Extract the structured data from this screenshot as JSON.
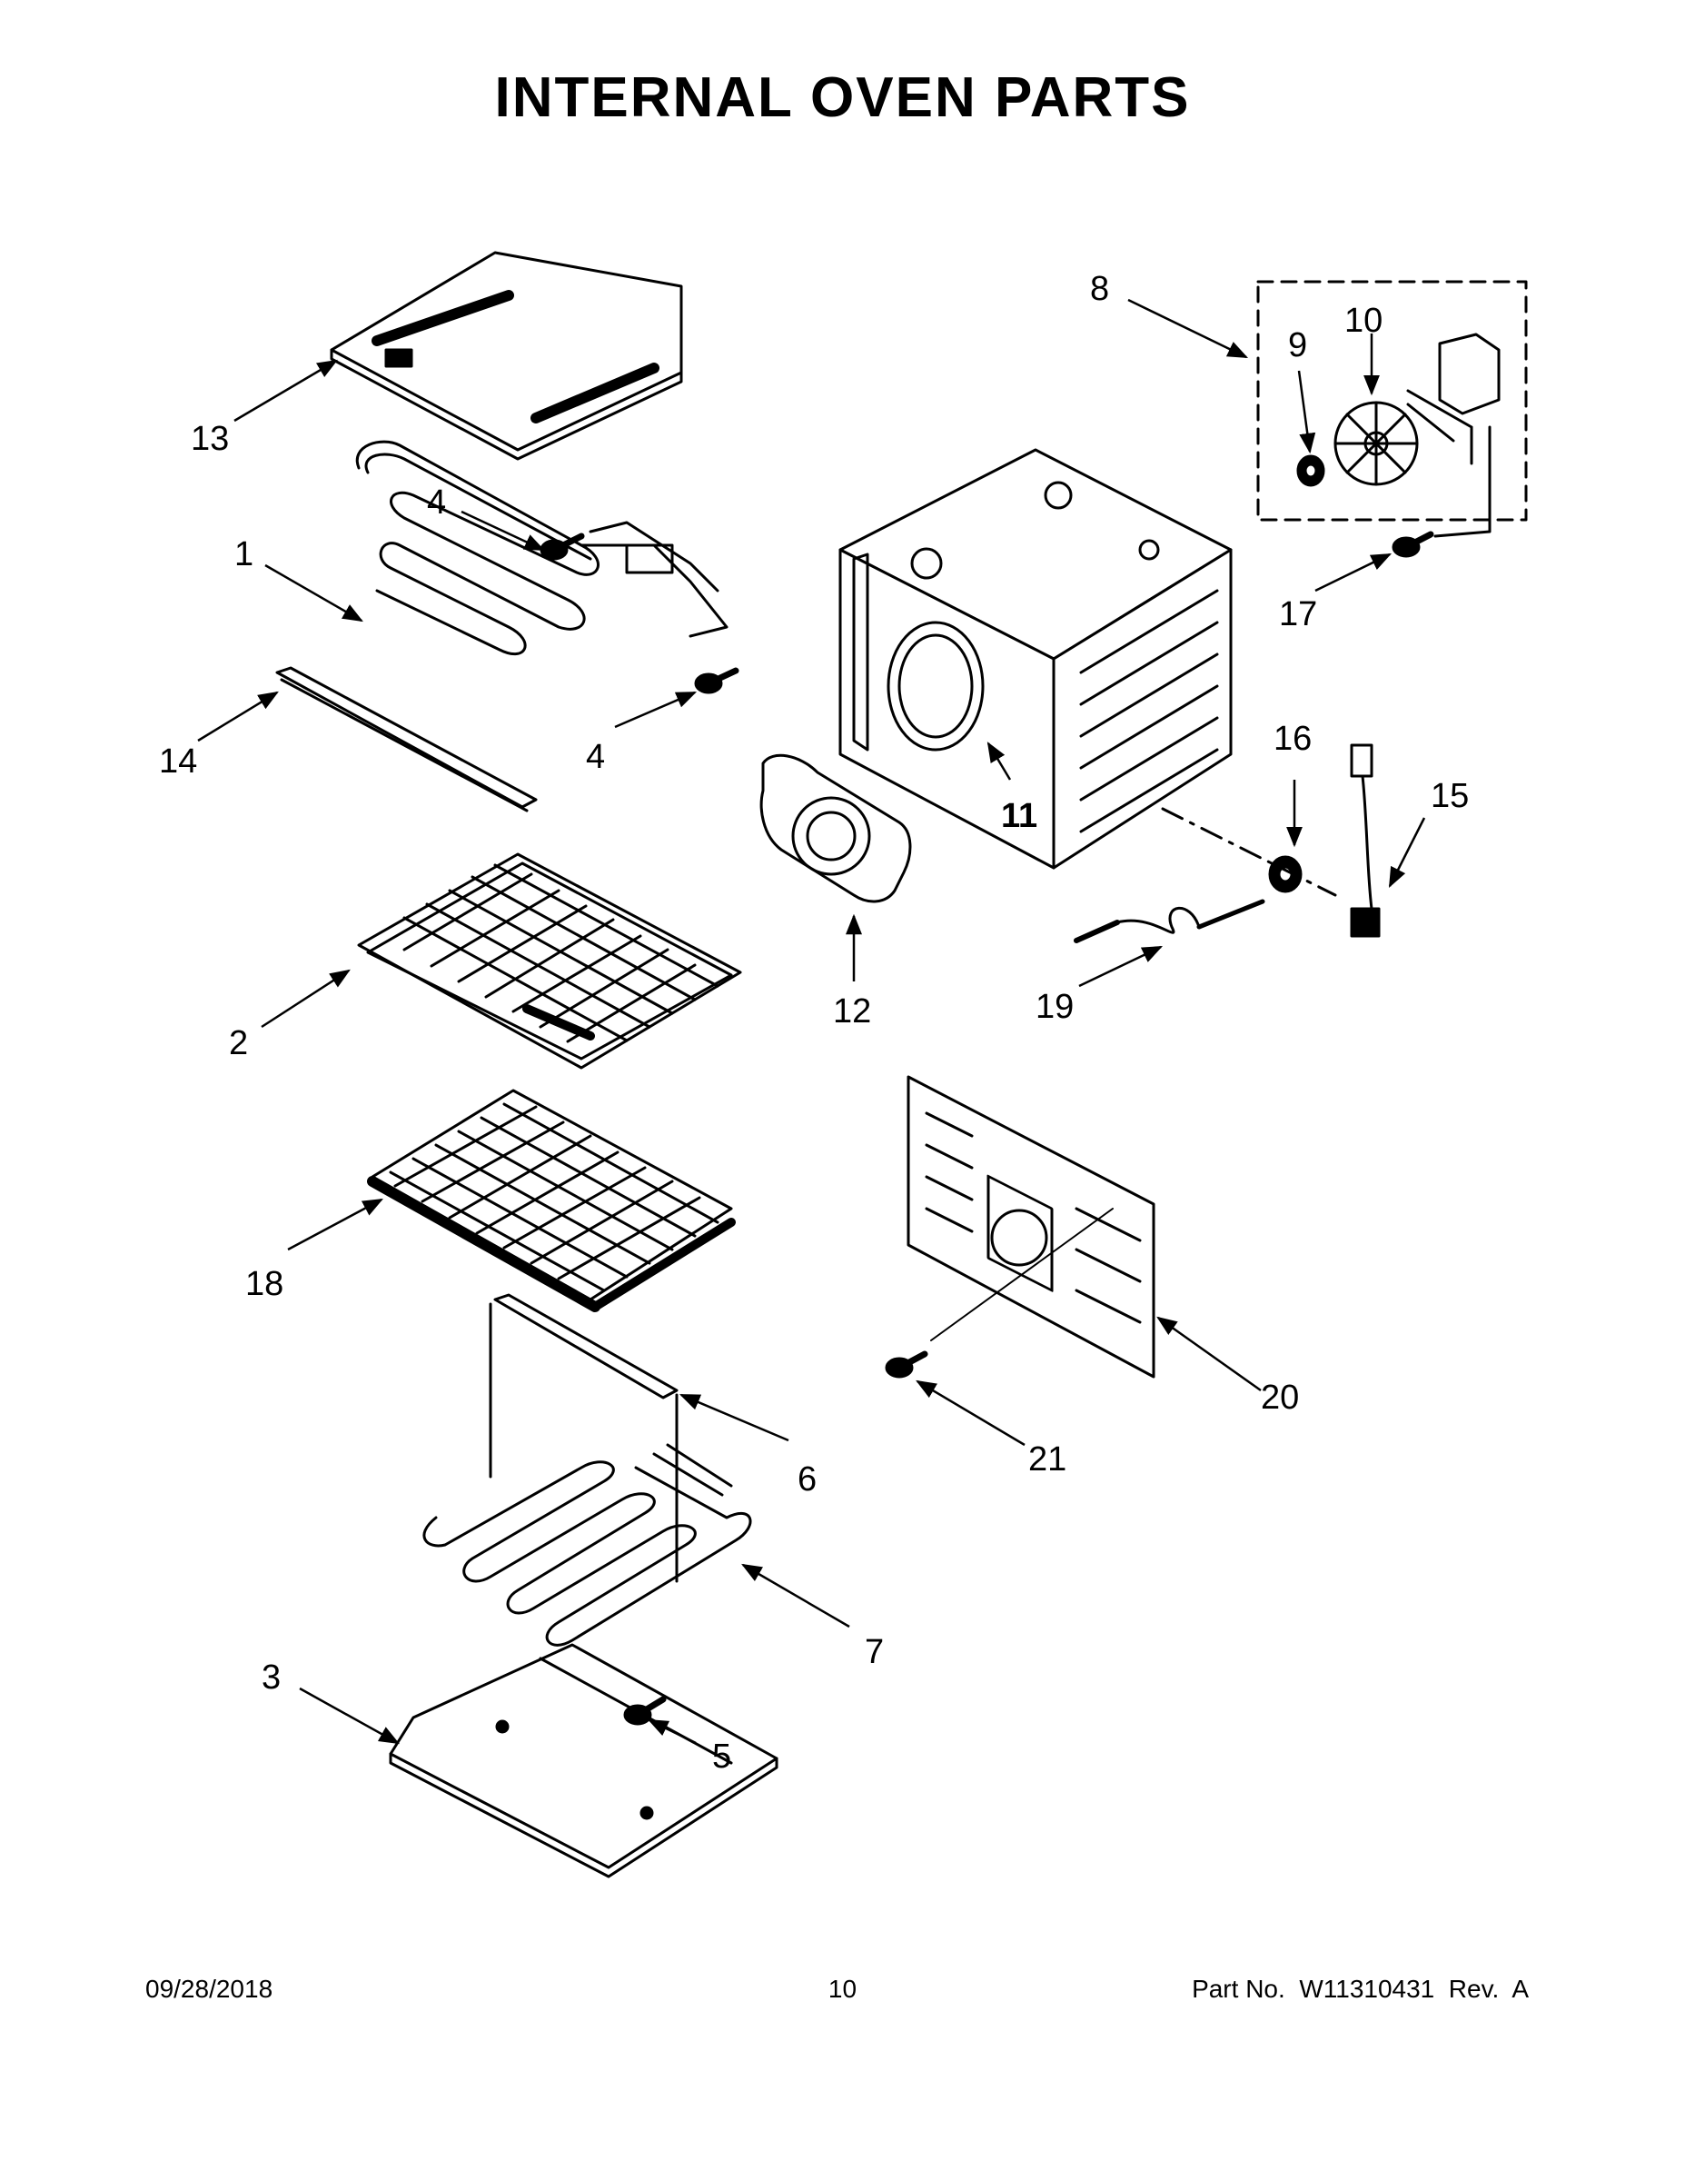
{
  "title": "INTERNAL OVEN PARTS",
  "callouts": {
    "c1": "1",
    "c2": "2",
    "c3": "3",
    "c4a": "4",
    "c4b": "4",
    "c5": "5",
    "c6": "6",
    "c7": "7",
    "c8": "8",
    "c9": "9",
    "c10": "10",
    "c11": "11",
    "c12": "12",
    "c13": "13",
    "c14": "14",
    "c15": "15",
    "c16": "16",
    "c17": "17",
    "c18": "18",
    "c19": "19",
    "c20": "20",
    "c21": "21"
  },
  "footer": {
    "date": "09/28/2018",
    "page": "10",
    "part": "Part No.  W11310431  Rev.  A"
  }
}
